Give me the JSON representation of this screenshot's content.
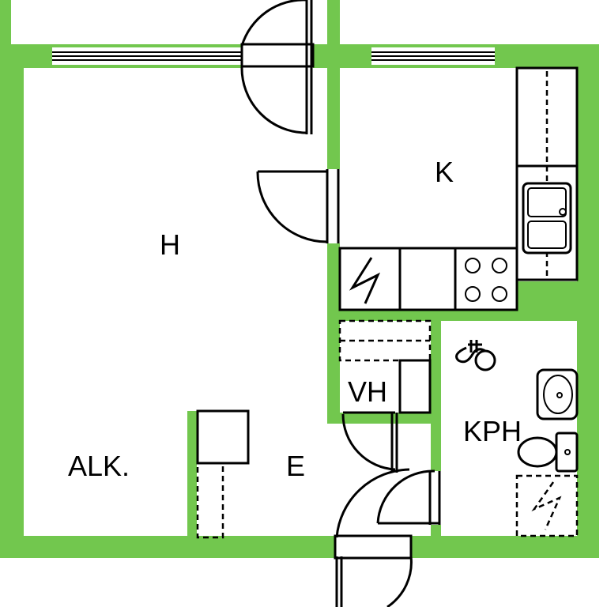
{
  "rooms": {
    "living": "H",
    "kitchen": "K",
    "alcove": "ALK.",
    "entrance": "E",
    "closet": "VH",
    "bathroom": "KPH"
  },
  "colors": {
    "wall": "#72c74e",
    "background": "#ffffff",
    "line": "#000000"
  },
  "icons": {
    "stove": "stove-burners-icon",
    "electric": "lightning-icon",
    "shower": "shower-icon",
    "toilet": "toilet-icon",
    "washbasin": "washbasin-icon",
    "sink": "kitchen-sink-icon"
  }
}
